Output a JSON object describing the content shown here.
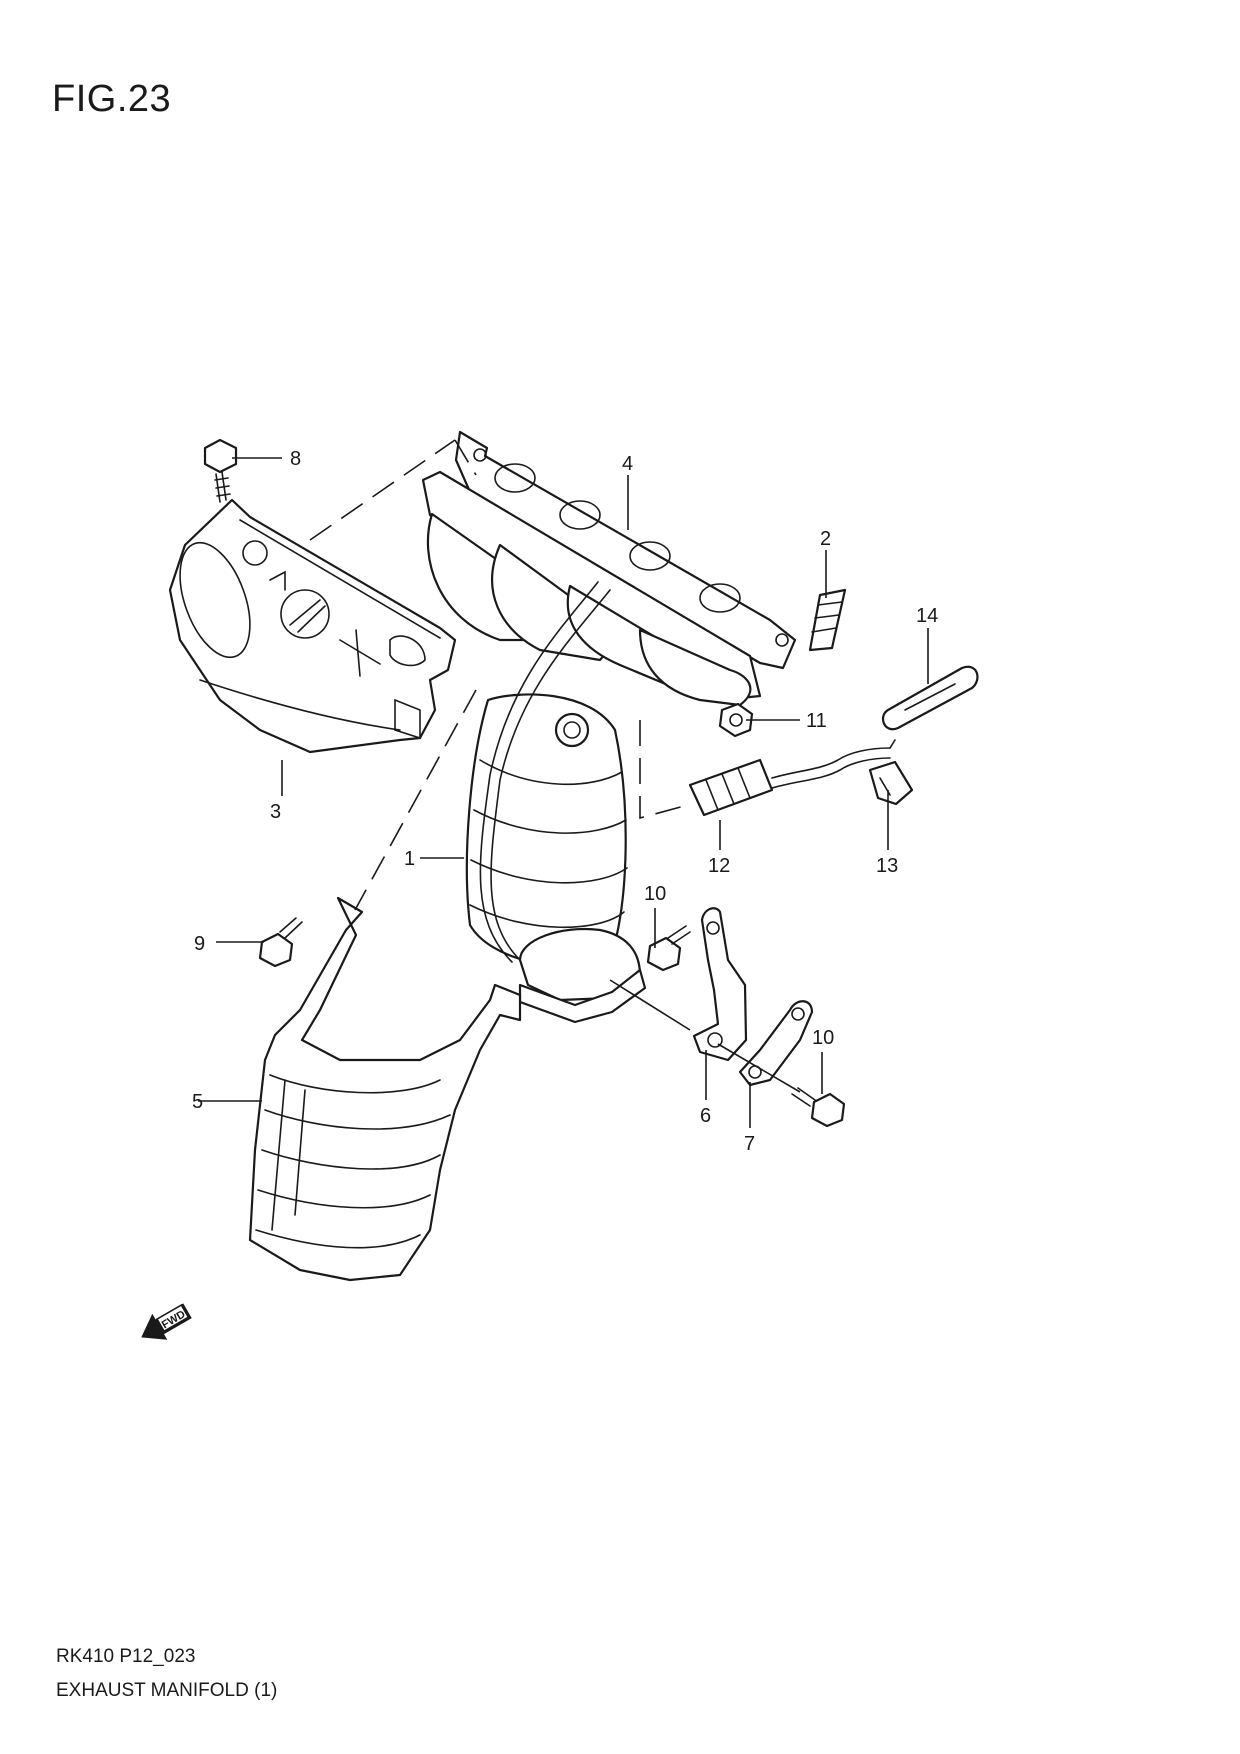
{
  "figure": {
    "title": "FIG.23",
    "code": "RK410 P12_023",
    "name": "EXHAUST MANIFOLD (1)"
  },
  "callouts": [
    {
      "id": "c1",
      "number": "1"
    },
    {
      "id": "c2",
      "number": "2"
    },
    {
      "id": "c3",
      "number": "3"
    },
    {
      "id": "c4",
      "number": "4"
    },
    {
      "id": "c5",
      "number": "5"
    },
    {
      "id": "c6",
      "number": "6"
    },
    {
      "id": "c7",
      "number": "7"
    },
    {
      "id": "c8",
      "number": "8"
    },
    {
      "id": "c9",
      "number": "9"
    },
    {
      "id": "c10a",
      "number": "10"
    },
    {
      "id": "c10b",
      "number": "10"
    },
    {
      "id": "c11",
      "number": "11"
    },
    {
      "id": "c12",
      "number": "12"
    },
    {
      "id": "c13",
      "number": "13"
    },
    {
      "id": "c14",
      "number": "14"
    }
  ],
  "fwd_arrow": {
    "label": "FWD",
    "icon": "fwd-arrow-icon"
  }
}
